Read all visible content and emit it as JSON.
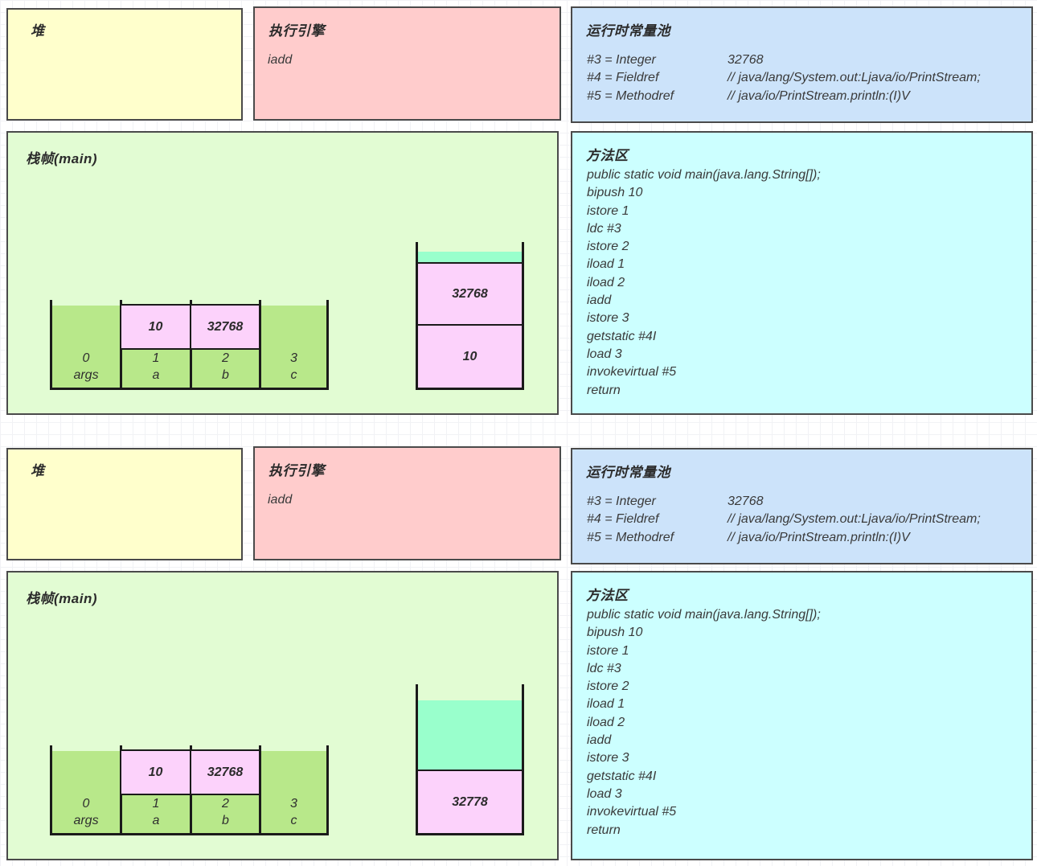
{
  "diagram_title": "JVM iadd execution states",
  "colors": {
    "heap_fill": "#ffffcc",
    "engine_fill": "#ffcccc",
    "constant_pool_fill": "#cce3fa",
    "stack_frame_fill": "#e2fcd3",
    "method_area_fill": "#ccffff",
    "local_var_fill": "#b8e88a",
    "value_cell_fill": "#fcd2fb",
    "free_stack_fill": "#99ffcc",
    "line_color": "#1a1a1a"
  },
  "panels": [
    {
      "heap": {
        "title": "堆"
      },
      "engine": {
        "title": "执行引擎",
        "instruction": "iadd"
      },
      "constant_pool": {
        "title": "运行时常量池",
        "entries": [
          {
            "key": "#3 = Integer",
            "value": "32768"
          },
          {
            "key": "#4 = Fieldref",
            "value": "// java/lang/System.out:Ljava/io/PrintStream;"
          },
          {
            "key": "#5 = Methodref",
            "value": "// java/io/PrintStream.println:(I)V"
          }
        ]
      },
      "stack_frame": {
        "title": "栈帧(main)",
        "local_variables": [
          {
            "index": "0",
            "name": "args",
            "value": ""
          },
          {
            "index": "1",
            "name": "a",
            "value": "10"
          },
          {
            "index": "2",
            "name": "b",
            "value": "32768"
          },
          {
            "index": "3",
            "name": "c",
            "value": ""
          }
        ],
        "operand_stack": [
          {
            "kind": "free",
            "value": ""
          },
          {
            "kind": "value",
            "value": "32768"
          },
          {
            "kind": "value",
            "value": "10"
          }
        ]
      },
      "method_area": {
        "title": "方法区",
        "lines": [
          "public static void main(java.lang.String[]);",
          "bipush 10",
          "istore 1",
          "ldc #3",
          "istore 2",
          "iload 1",
          "iload 2",
          "iadd",
          "istore 3",
          "getstatic #4I",
          "load 3",
          "invokevirtual #5",
          "return"
        ]
      }
    },
    {
      "heap": {
        "title": "堆"
      },
      "engine": {
        "title": "执行引擎",
        "instruction": "iadd"
      },
      "constant_pool": {
        "title": "运行时常量池",
        "entries": [
          {
            "key": "#3 = Integer",
            "value": "32768"
          },
          {
            "key": "#4 = Fieldref",
            "value": "// java/lang/System.out:Ljava/io/PrintStream;"
          },
          {
            "key": "#5 = Methodref",
            "value": "// java/io/PrintStream.println:(I)V"
          }
        ]
      },
      "stack_frame": {
        "title": "栈帧(main)",
        "local_variables": [
          {
            "index": "0",
            "name": "args",
            "value": ""
          },
          {
            "index": "1",
            "name": "a",
            "value": "10"
          },
          {
            "index": "2",
            "name": "b",
            "value": "32768"
          },
          {
            "index": "3",
            "name": "c",
            "value": ""
          }
        ],
        "operand_stack": [
          {
            "kind": "free",
            "value": ""
          },
          {
            "kind": "value",
            "value": "32778"
          }
        ]
      },
      "method_area": {
        "title": "方法区",
        "lines": [
          "public static void main(java.lang.String[]);",
          "bipush 10",
          "istore 1",
          "ldc #3",
          "istore 2",
          "iload 1",
          "iload 2",
          "iadd",
          "istore 3",
          "getstatic #4I",
          "load 3",
          "invokevirtual #5",
          "return"
        ]
      }
    }
  ]
}
